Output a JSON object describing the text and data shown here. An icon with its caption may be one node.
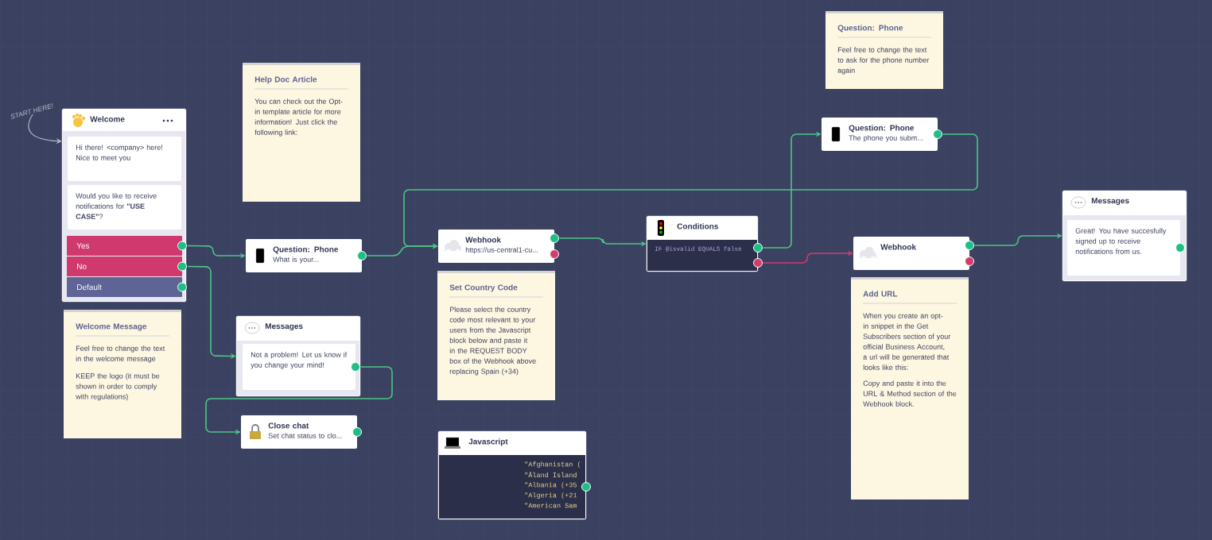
{
  "diagram": {
    "nodes": [
      {
        "text": [
          "START HERE!"
        ]
      },
      {
        "text": [
          "Welcome"
        ]
      },
      {
        "text": [
          "Hi there! <company> here! Nice to meet you"
        ],
        "in": 1
      },
      {
        "text": [
          "Would you like to receive notifications for **\"USE CASE\"**?"
        ],
        "in": 1
      },
      {
        "text": [
          "Yes"
        ],
        "in": 1
      },
      {
        "text": [
          "No"
        ],
        "in": 1
      },
      {
        "text": [
          "Default"
        ],
        "in": 1
      },
      {
        "text": [
          "Help Doc Article",
          "You can check out the Opt-in template article for more information! Just click the following link:"
        ]
      },
      {
        "text": [
          "Question: Phone",
          "What is your..."
        ]
      },
      {
        "text": [
          "Messages"
        ]
      },
      {
        "text": [
          "Not a problem! Let us know if you change your mind!"
        ],
        "in": 9
      },
      {
        "text": [
          "Welcome Message",
          "Feel free to change the text in the welcome message",
          "KEEP the logo (it must be shown in order to comply with regulations)"
        ]
      },
      {
        "text": [
          "Close chat",
          "Set chat status to clo..."
        ]
      },
      {
        "text": [
          "Webhook",
          "https://us-central1-cu..."
        ]
      },
      {
        "text": [
          "Set Country Code",
          "Please select the country code most relevant to your users from the Javascript block below and paste it in the REQUEST BODY box of the Webhook above replacing Spain (+34)"
        ]
      },
      {
        "text": [
          "Javascript",
          "\"Afghanistan (",
          "\"Åland Island",
          "\"Albania (+35",
          "\"Algeria (+21",
          "\"American Sam"
        ]
      },
      {
        "text": [
          "Conditions",
          "IF @isvalid EQUALS false"
        ]
      },
      {
        "text": [
          "Question: Phone",
          "Feel free to change the text to ask for the phone number again"
        ]
      },
      {
        "text": [
          "Question: Phone",
          "The phone you subm..."
        ]
      },
      {
        "text": [
          "Webhook"
        ]
      },
      {
        "text": [
          "Add URL",
          "When you create an opt-in snippet in the Get Subscribers section of your official Business Account, a url will be generated that looks like this:",
          "Copy and paste it into the URL & Method section of the Webhook block."
        ]
      },
      {
        "text": [
          "Messages"
        ]
      },
      {
        "text": [
          "Great! You have succesfully signed up to receive notifications from us."
        ],
        "in": 21
      }
    ],
    "edges": [
      {
        "from": 0,
        "to": 1,
        "arrow": "to",
        "color": "#b8bbcc"
      },
      {
        "from": 4,
        "to": 8,
        "arrow": "to"
      },
      {
        "from": 5,
        "to": 9,
        "arrow": "to"
      },
      {
        "from": 10,
        "to": 12,
        "arrow": "to"
      },
      {
        "from": 8,
        "to": 13,
        "arrow": "to"
      },
      {
        "from": 18,
        "to": 13,
        "arrow": "to"
      },
      {
        "from": 13,
        "to": 16,
        "arrow": "to"
      },
      {
        "from": 16,
        "to": 18,
        "arrow": "to"
      },
      {
        "from": 16,
        "to": 19,
        "arrow": "to",
        "color": "#d23c6d"
      },
      {
        "from": 19,
        "to": 21,
        "arrow": "to"
      }
    ]
  }
}
